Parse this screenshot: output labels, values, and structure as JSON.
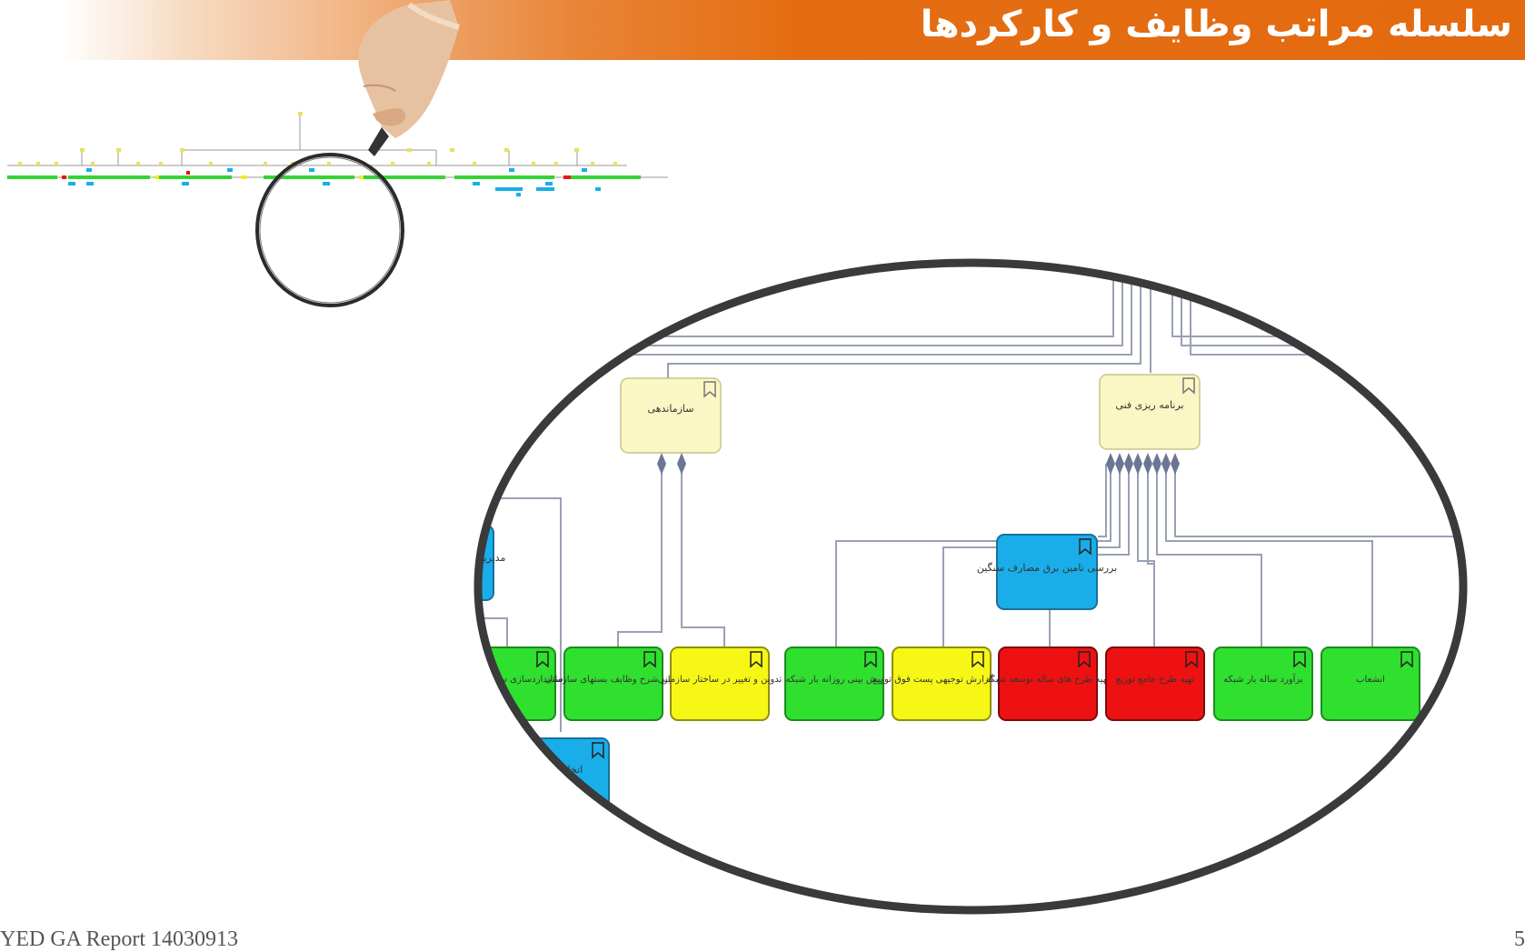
{
  "header": {
    "title": "سلسله مراتب وظایف و کارکردها"
  },
  "footer": {
    "report": "YED GA Report 14030913",
    "page": "5"
  },
  "colors": {
    "header": "#e46a10",
    "node_yellow_light": "#fbf7c4",
    "node_blue": "#19aee9",
    "node_green": "#2fe02f",
    "node_yellow": "#f7f716",
    "node_red": "#ee1111"
  },
  "icons": {
    "bookmark": "bookmark-icon",
    "magnifier": "magnifier-icon",
    "hand": "hand-holding-icon"
  },
  "zoom": {
    "parents": [
      {
        "label": "سازماندهی"
      },
      {
        "label": "برنامه ریزی فنی"
      }
    ],
    "blue_nodes": [
      {
        "label": "مدیریت دانش فکری"
      },
      {
        "label": "بررسی تامین برق مصارف سنگین"
      },
      {
        "label": "اتخاذ برنامه"
      }
    ],
    "bottom_nodes": [
      {
        "label": "استانداردسازی سیستم روش ها",
        "color": "green"
      },
      {
        "label": "تدوین شرح وظایف بستهای سازمانی",
        "color": "green"
      },
      {
        "label": "تدوین و تغییر در ساختار سازمانی",
        "color": "yellow"
      },
      {
        "label": "پیش بینی روزانه بار شبکه",
        "color": "green"
      },
      {
        "label": "تهیه گزارش توجیهی پست فوق توزیع",
        "color": "yellow"
      },
      {
        "label": "تهیه طرح های ساله توسعه شبکه",
        "color": "red"
      },
      {
        "label": "تهیه طرح جامع توزیع",
        "color": "red"
      },
      {
        "label": "برآورد ساله بار شبکه",
        "color": "green"
      },
      {
        "label": "انشعاب",
        "color": "green"
      }
    ]
  }
}
